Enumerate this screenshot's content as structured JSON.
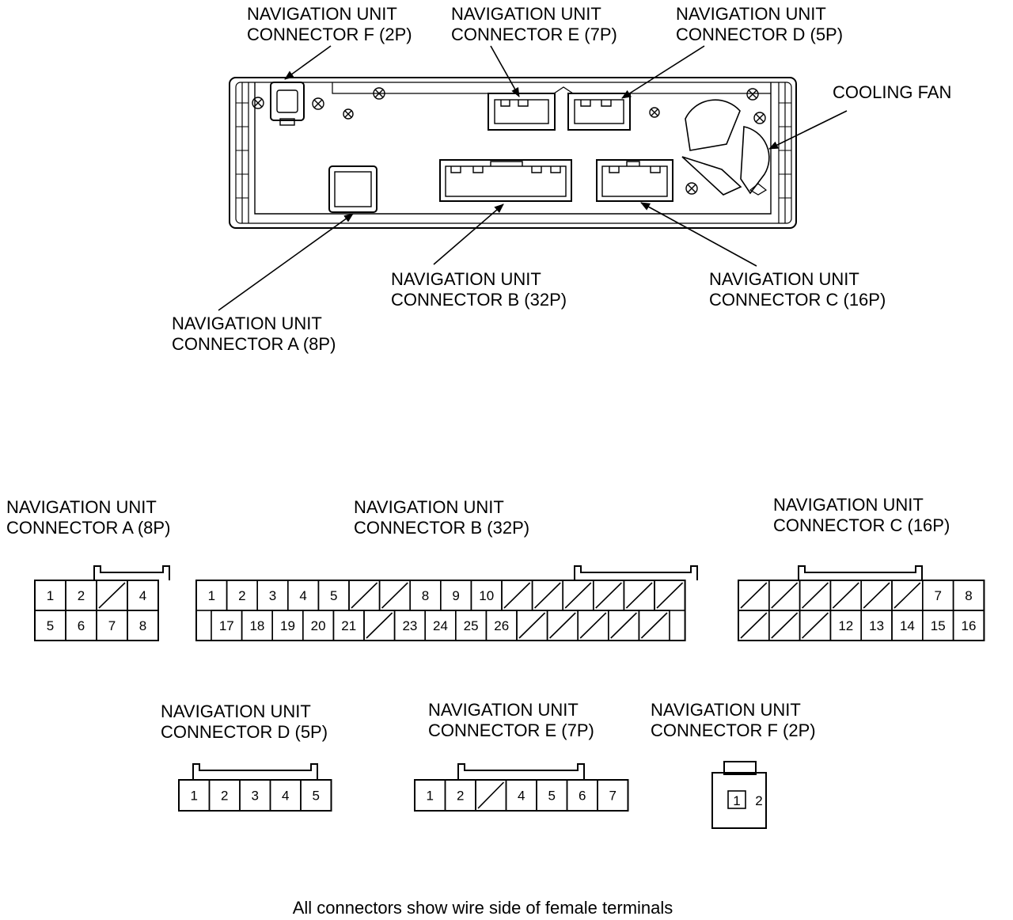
{
  "labels": {
    "top_f": [
      "NAVIGATION UNIT",
      "CONNECTOR F (2P)"
    ],
    "top_e": [
      "NAVIGATION UNIT",
      "CONNECTOR E (7P)"
    ],
    "top_d": [
      "NAVIGATION UNIT",
      "CONNECTOR D (5P)"
    ],
    "cooling_fan": "COOLING FAN",
    "top_b": [
      "NAVIGATION UNIT",
      "CONNECTOR B (32P)"
    ],
    "top_c": [
      "NAVIGATION UNIT",
      "CONNECTOR C (16P)"
    ],
    "top_a": [
      "NAVIGATION UNIT",
      "CONNECTOR A (8P)"
    ]
  },
  "connectors": {
    "a": {
      "title": [
        "NAVIGATION UNIT",
        "CONNECTOR A (8P)"
      ],
      "top_row": [
        "1",
        "2",
        "",
        "4"
      ],
      "bottom_row": [
        "5",
        "6",
        "7",
        "8"
      ]
    },
    "b": {
      "title": [
        "NAVIGATION UNIT",
        "CONNECTOR B (32P)"
      ],
      "top_row": [
        "1",
        "2",
        "3",
        "4",
        "5",
        "",
        "",
        "8",
        "9",
        "10",
        "",
        "",
        "",
        "",
        "",
        ""
      ],
      "bottom_row": [
        "17",
        "18",
        "19",
        "20",
        "21",
        "",
        "23",
        "24",
        "25",
        "26",
        "",
        "",
        "",
        "",
        ""
      ]
    },
    "c": {
      "title": [
        "NAVIGATION UNIT",
        "CONNECTOR C (16P)"
      ],
      "top_row": [
        "",
        "",
        "",
        "",
        "",
        "",
        "7",
        "8"
      ],
      "bottom_row": [
        "",
        "",
        "",
        "12",
        "13",
        "14",
        "15",
        "16"
      ]
    },
    "d": {
      "title": [
        "NAVIGATION UNIT",
        "CONNECTOR D (5P)"
      ],
      "pins": [
        "1",
        "2",
        "3",
        "4",
        "5"
      ]
    },
    "e": {
      "title": [
        "NAVIGATION UNIT",
        "CONNECTOR E (7P)"
      ],
      "pins": [
        "1",
        "2",
        "",
        "4",
        "5",
        "6",
        "7"
      ]
    },
    "f": {
      "title": [
        "NAVIGATION UNIT",
        "CONNECTOR F (2P)"
      ],
      "pins": [
        "1",
        "2"
      ]
    }
  },
  "footer_note": "All connectors show wire side of female terminals"
}
